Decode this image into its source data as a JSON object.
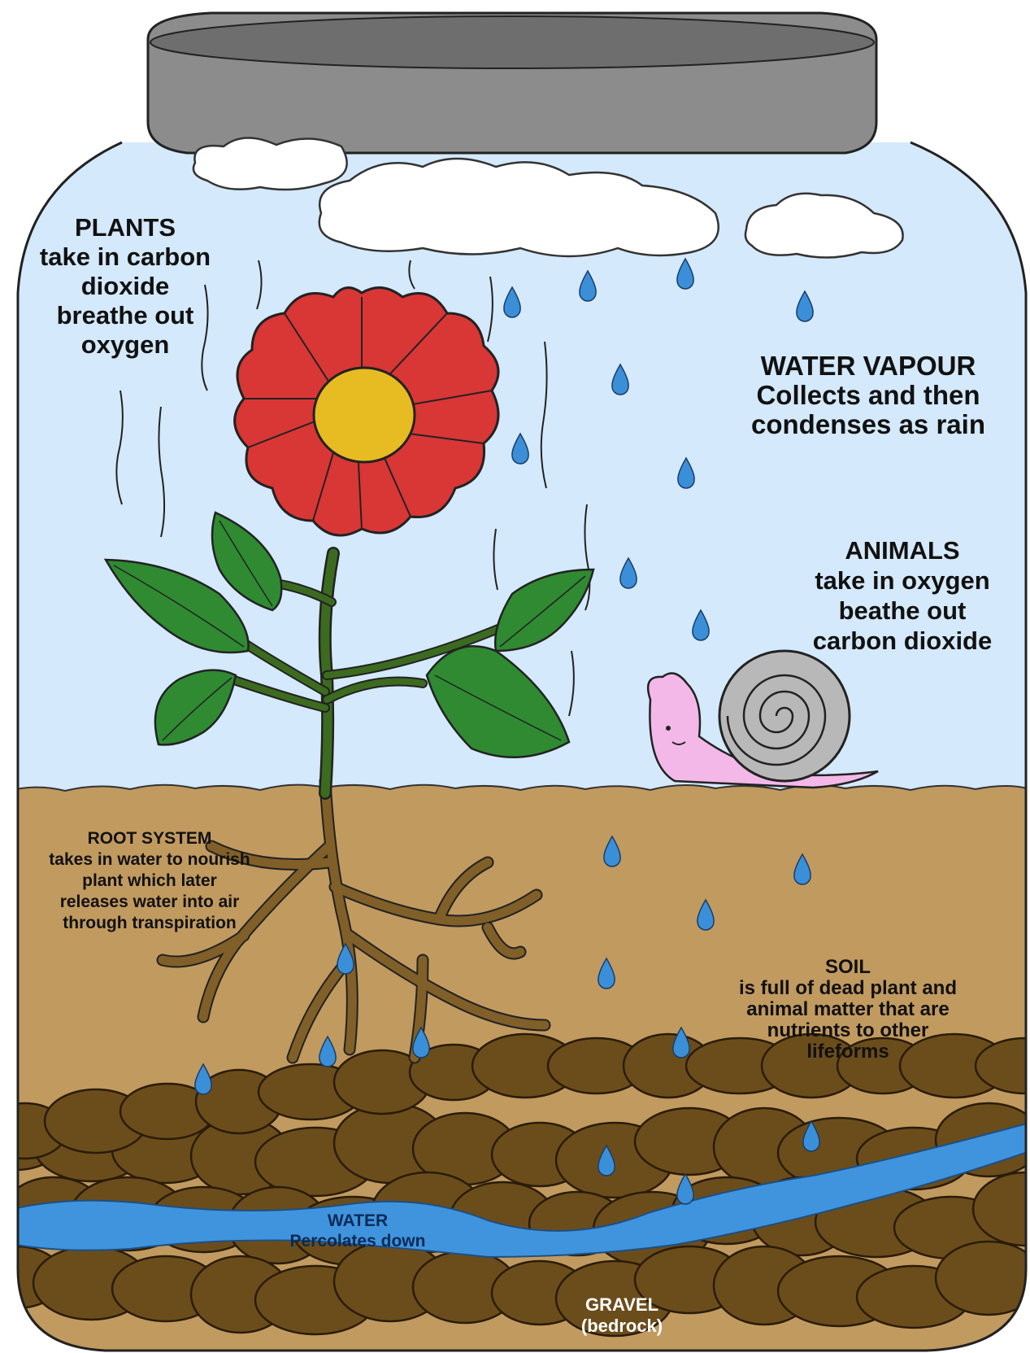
{
  "labels": {
    "plants": {
      "heading": "PLANTS",
      "body": [
        "take in carbon",
        "dioxide",
        "breathe out",
        "oxygen"
      ]
    },
    "water_vapour": {
      "heading": "WATER VAPOUR",
      "body": [
        "Collects and then",
        "condenses as rain"
      ]
    },
    "animals": {
      "heading": "ANIMALS",
      "body": [
        "take in oxygen",
        "beathe out",
        "carbon dioxide"
      ]
    },
    "root_system": {
      "heading": "ROOT SYSTEM",
      "body": [
        "takes in water to nourish",
        "plant which later",
        "releases water into air",
        "through transpiration"
      ]
    },
    "soil": {
      "heading": "SOIL",
      "body": [
        "is full of dead plant and",
        "animal matter that are",
        "nutrients to other",
        "lifeforms"
      ]
    },
    "water": {
      "heading": "WATER",
      "body": [
        "Percolates down"
      ]
    },
    "gravel": {
      "heading": "GRAVEL",
      "body": [
        "(bedrock)"
      ]
    }
  },
  "colors": {
    "sky": "#d4e9fb",
    "lid": "#8c8c8c",
    "cloud": "#ffffff",
    "soil": "#c19a60",
    "rock": "#6b4d1c",
    "water": "#3f94dd",
    "raindrop": "#3a8fd8",
    "petal": "#d93636",
    "flower_center": "#e6bc22",
    "leaf": "#2f8a32",
    "stem": "#3c6b1f",
    "root": "#806028",
    "snail_shell": "#b8b8b8",
    "snail_body": "#f3b8e8"
  }
}
